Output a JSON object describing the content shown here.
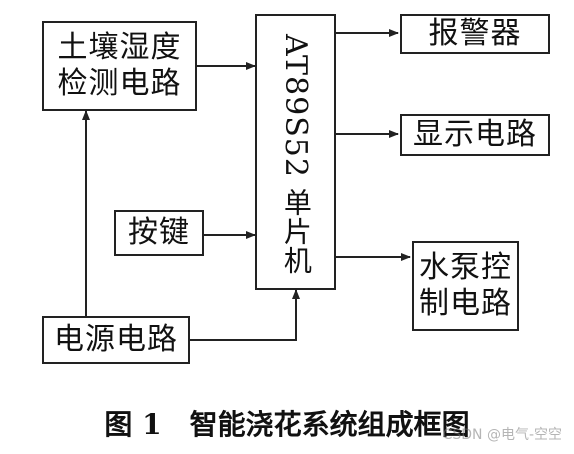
{
  "blocks": {
    "soil_sensor": [
      "土壤湿度",
      "检测电路"
    ],
    "mcu_model": "AT89S52",
    "mcu_label": "单片机",
    "alarm": "报警器",
    "display": "显示电路",
    "pump": [
      "水泵控",
      "制电路"
    ],
    "keys": "按键",
    "power": "电源电路"
  },
  "caption": {
    "number": "图 1",
    "title": "智能浇花系统组成框图"
  },
  "watermark": "CSDN @电气-空空"
}
